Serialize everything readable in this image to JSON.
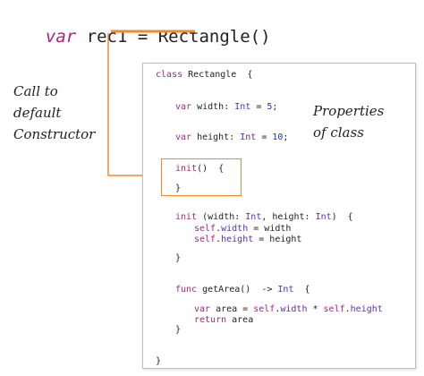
{
  "top": {
    "var": "var",
    "name": " rec1 = ",
    "call": "Rectangle()"
  },
  "left_note": [
    "Call to",
    "default",
    "Constructor"
  ],
  "right_note": [
    "Properties",
    "of class"
  ],
  "code": {
    "l1_class": "class",
    "l1_name": " Rectangle  {",
    "l2_var": "var",
    "l2_mid": " width: ",
    "l2_type": "Int",
    "l2_eq": " = ",
    "l2_num": "5",
    "l2_end": ";",
    "l3_var": "var",
    "l3_mid": " height: ",
    "l3_type": "Int",
    "l3_eq": " = ",
    "l3_num": "10",
    "l3_end": ";",
    "l4_init": "init",
    "l4_rest": "()  {",
    "l5": "}",
    "l6_init": "init",
    "l6_a": " (width: ",
    "l6_t1": "Int",
    "l6_b": ", height: ",
    "l6_t2": "Int",
    "l6_c": ")  {",
    "l7_self": "self",
    "l7_rest": ".",
    "l7_prop": "width",
    "l7_end": " = width",
    "l8_self": "self",
    "l8_rest": ".",
    "l8_prop": "height",
    "l8_end": " = height",
    "l9": "}",
    "l10_func": "func",
    "l10_a": " getArea()  -> ",
    "l10_t": "Int",
    "l10_b": "  {",
    "l11_var": "var",
    "l11_a": " area = ",
    "l11_s1": "self",
    "l11_d1": ".",
    "l11_p1": "width",
    "l11_op": " * ",
    "l11_s2": "self",
    "l11_d2": ".",
    "l11_p2": "height",
    "l12_ret": "return",
    "l12_rest": " area",
    "l13": "}",
    "l14": "}"
  },
  "colors": {
    "accent": "#f08a2e",
    "keyword": "#a2277d",
    "type": "#5b2db8",
    "number": "#1c2fd0"
  }
}
